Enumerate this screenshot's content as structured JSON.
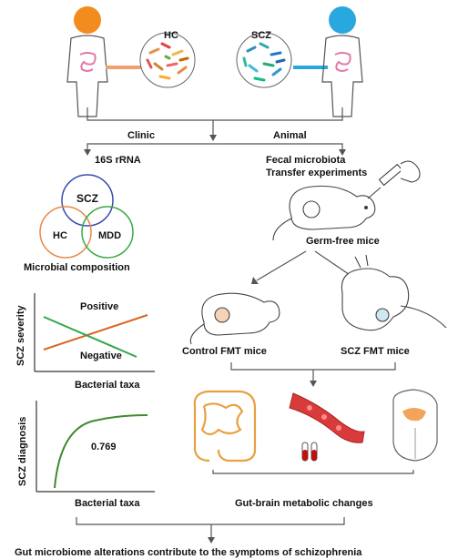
{
  "top": {
    "hc_label": "HC",
    "scz_label": "SCZ",
    "hc_color": "#e88f4a",
    "scz_color": "#2b8ec4",
    "person_left_head_color": "#f28c1e",
    "person_right_head_color": "#29a8e0"
  },
  "branches": {
    "clinic": "Clinic",
    "animal": "Animal",
    "rrna": "16S rRNA",
    "fecal_line1": "Fecal microbiota",
    "fecal_line2": "Transfer experiments"
  },
  "venn": {
    "scz": "SCZ",
    "hc": "HC",
    "mdd": "MDD",
    "scz_color": "#3a4bb0",
    "hc_color": "#e8894a",
    "mdd_color": "#3aa845",
    "caption": "Microbial composition"
  },
  "severity_plot": {
    "ylabel": "SCZ severity",
    "xlabel": "Bacterial taxa",
    "positive": "Positive",
    "negative": "Negative",
    "positive_color": "#d9661f",
    "negative_color": "#2ea84a"
  },
  "mice": {
    "germ_free": "Germ-free mice",
    "control": "Control FMT mice",
    "scz": "SCZ FMT mice"
  },
  "diagnosis_plot": {
    "ylabel": "SCZ diagnosis",
    "xlabel": "Bacterial taxa",
    "auc": "0.769",
    "curve_color": "#3f8a2e"
  },
  "changes": {
    "label": "Gut-brain metabolic changes"
  },
  "conclusion": "Gut microbiome alterations contribute to the symptoms of schizophrenia"
}
